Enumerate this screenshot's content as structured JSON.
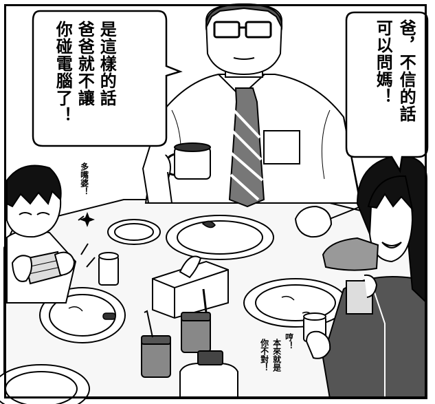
{
  "speech_bubbles": {
    "father": {
      "line1": "是這樣的話",
      "line2": "爸爸就不讓",
      "line3": "你碰電腦了！"
    },
    "daughter": {
      "line1": "爸，不信的話",
      "line2": "可以問媽！"
    },
    "boy_remark": "多嘴婆！",
    "mother_line1": "哼！",
    "mother_line2": "本來就是",
    "mother_line3": "你不對！"
  }
}
